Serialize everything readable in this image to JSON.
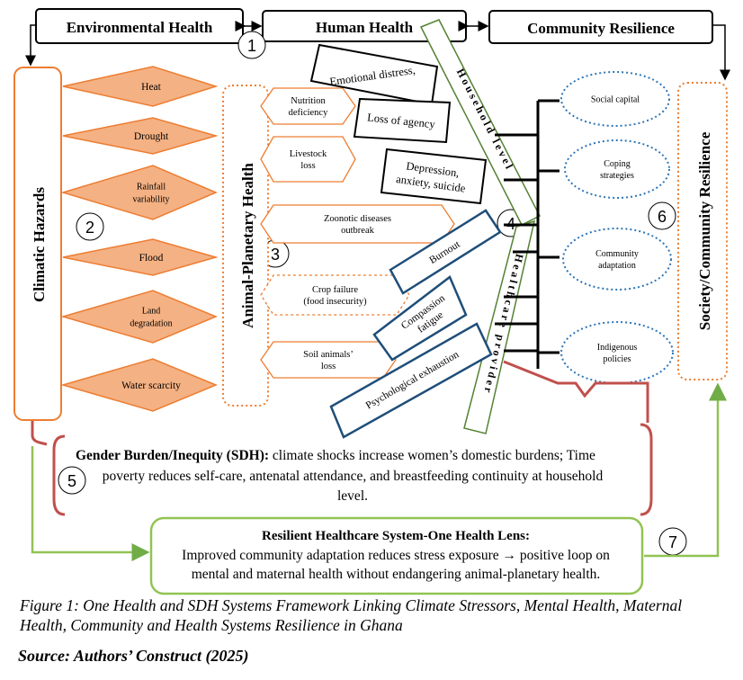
{
  "header": {
    "environmental_health": "Environmental Health",
    "human_health": "Human Health",
    "community_resilience": "Community Resilience"
  },
  "markers": [
    "1",
    "2",
    "3",
    "4",
    "5",
    "6",
    "7"
  ],
  "columns": {
    "climatic_hazards": "Climatic Hazards",
    "animal_planetary_health": "Animal-Planetary Health",
    "society_community_resilience": "Society/Community Resilience",
    "household_level": "Household level",
    "healthcare_provider": "Healthcare provider"
  },
  "hazards": [
    [
      "Heat"
    ],
    [
      "Drought"
    ],
    [
      "Rainfall",
      "variability"
    ],
    [
      "Flood"
    ],
    [
      "Land",
      "degradation"
    ],
    [
      "Water scarcity"
    ]
  ],
  "animal_impacts": [
    [
      "Nutrition",
      "deficiency"
    ],
    [
      "Livestock",
      "loss"
    ],
    [
      "Zoonotic diseases",
      "outbreak"
    ],
    [
      "Crop failure",
      "(food insecurity)"
    ],
    [
      "Soil animals’",
      "loss"
    ]
  ],
  "mental_health": [
    [
      "Emotional distress,"
    ],
    [
      "Loss of agency"
    ],
    [
      "Depression,",
      "anxiety, suicide"
    ]
  ],
  "provider_impacts": [
    [
      "Burnout"
    ],
    [
      "Compassion",
      "fatigue"
    ],
    [
      "Psychological exhaustion"
    ]
  ],
  "resilience": [
    [
      "Social capital"
    ],
    [
      "Coping",
      "strategies"
    ],
    [
      "Community",
      "adaptation"
    ],
    [
      "Indigenous",
      "policies"
    ]
  ],
  "gender_box": {
    "title": "Gender Burden/Inequity (SDH):",
    "lines": [
      " climate shocks increase women’s domestic burdens; Time",
      "poverty reduces self-care, antenatal attendance, and breastfeeding continuity at household",
      "level."
    ]
  },
  "resilient_box": {
    "title": "Resilient Healthcare System-One Health Lens:",
    "lines": [
      "Improved community adaptation reduces stress exposure → positive loop on",
      "mental and maternal health without endangering animal-planetary health."
    ]
  },
  "caption": "Figure 1: One Health and SDH Systems Framework Linking Climate Stressors, Mental Health, Maternal Health, Community and Health Systems Resilience in Ghana",
  "source": "Source: Authors’ Construct (2025)",
  "colors": {
    "orange_stroke": "#ED7D31",
    "orange_fill": "#F4B183",
    "blue_dotted": "#2E75B6",
    "provider_blue": "#1F4E79",
    "green": "#548235",
    "light_green": "#70AD47",
    "red_brace": "#C0504D"
  }
}
